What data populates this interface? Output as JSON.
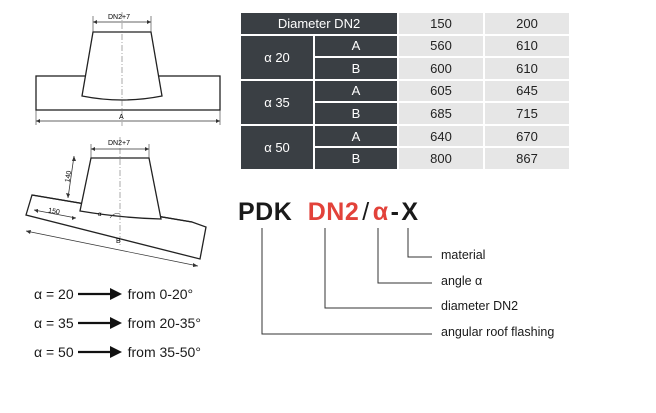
{
  "drawings": {
    "top_dimension": "DN2+7",
    "top_width_label": "A",
    "side_dimension": "DN2+7",
    "side_height": "140",
    "side_base": "150",
    "side_angle_symbol": "α",
    "side_width_label": "B"
  },
  "table": {
    "header": {
      "label": "Diameter DN2",
      "col1": "150",
      "col2": "200"
    },
    "groups": [
      {
        "angle": "α 20",
        "rows": [
          {
            "type": "A",
            "v1": "560",
            "v2": "610"
          },
          {
            "type": "B",
            "v1": "600",
            "v2": "610"
          }
        ]
      },
      {
        "angle": "α 35",
        "rows": [
          {
            "type": "A",
            "v1": "605",
            "v2": "645"
          },
          {
            "type": "B",
            "v1": "685",
            "v2": "715"
          }
        ]
      },
      {
        "angle": "α 50",
        "rows": [
          {
            "type": "A",
            "v1": "640",
            "v2": "670"
          },
          {
            "type": "B",
            "v1": "800",
            "v2": "867"
          }
        ]
      }
    ]
  },
  "code": {
    "part1": "PDK",
    "part2": "DN2",
    "slash": "/",
    "part3": "α",
    "dash": "-",
    "part4": "X"
  },
  "legend": {
    "material": "material",
    "angle": "angle α",
    "diameter": "diameter DN2",
    "flashing": "angular roof flashing"
  },
  "angles": [
    {
      "label": "α = 20",
      "range": "from 0-20°"
    },
    {
      "label": "α = 35",
      "range": "from 20-35°"
    },
    {
      "label": "α = 50",
      "range": "from 35-50°"
    }
  ],
  "colors": {
    "dark": "#3a3f44",
    "light": "#e6e6e6",
    "accent": "#e2423a"
  }
}
